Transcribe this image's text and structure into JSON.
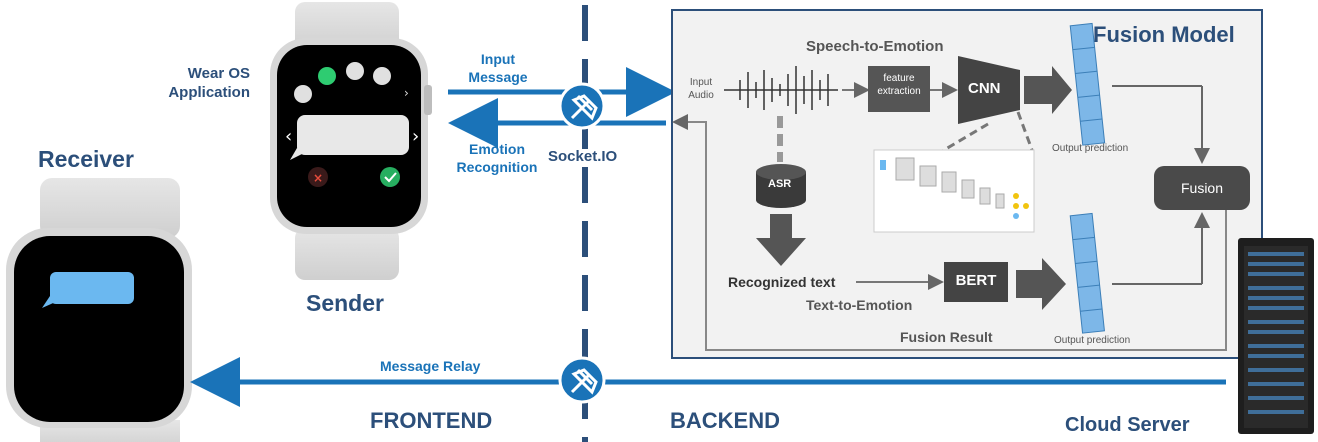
{
  "labels": {
    "wear_os": "Wear OS\nApplication",
    "receiver": "Receiver",
    "sender": "Sender",
    "input_message": "Input\nMessage",
    "emotion_recognition": "Emotion\nRecognition",
    "socketio": "Socket.IO",
    "message_relay": "Message Relay",
    "frontend": "FRONTEND",
    "backend": "BACKEND",
    "cloud_server": "Cloud Server"
  },
  "fusion_panel": {
    "title": "Fusion Model",
    "speech_to_emotion": "Speech-to-Emotion",
    "input_audio": "Input\nAudio",
    "feature_extraction": "feature\nextraction",
    "cnn": "CNN",
    "asr": "ASR",
    "output_prediction_top": "Output prediction",
    "output_prediction_bottom": "Output prediction",
    "fusion": "Fusion",
    "recognized_text": "Recognized text",
    "bert": "BERT",
    "text_to_emotion": "Text-to-Emotion",
    "fusion_result": "Fusion Result"
  },
  "colors": {
    "brand_blue": "#1a73b8",
    "navy": "#2c4f7a",
    "bubble_blue": "#6bb8f0",
    "emoji_green": "#2ecc71",
    "accept_green": "#27ae60",
    "decline_red": "#c0392b",
    "panel_bg": "#f2f2f2",
    "dark_box": "#555555"
  },
  "icons": [
    "plug-icon",
    "emoji-happy-icon",
    "emoji-sad-icon",
    "emoji-surprised-icon",
    "emoji-worried-icon",
    "check-icon",
    "close-icon",
    "chevron-left-icon",
    "chevron-right-icon",
    "server-rack-icon"
  ]
}
